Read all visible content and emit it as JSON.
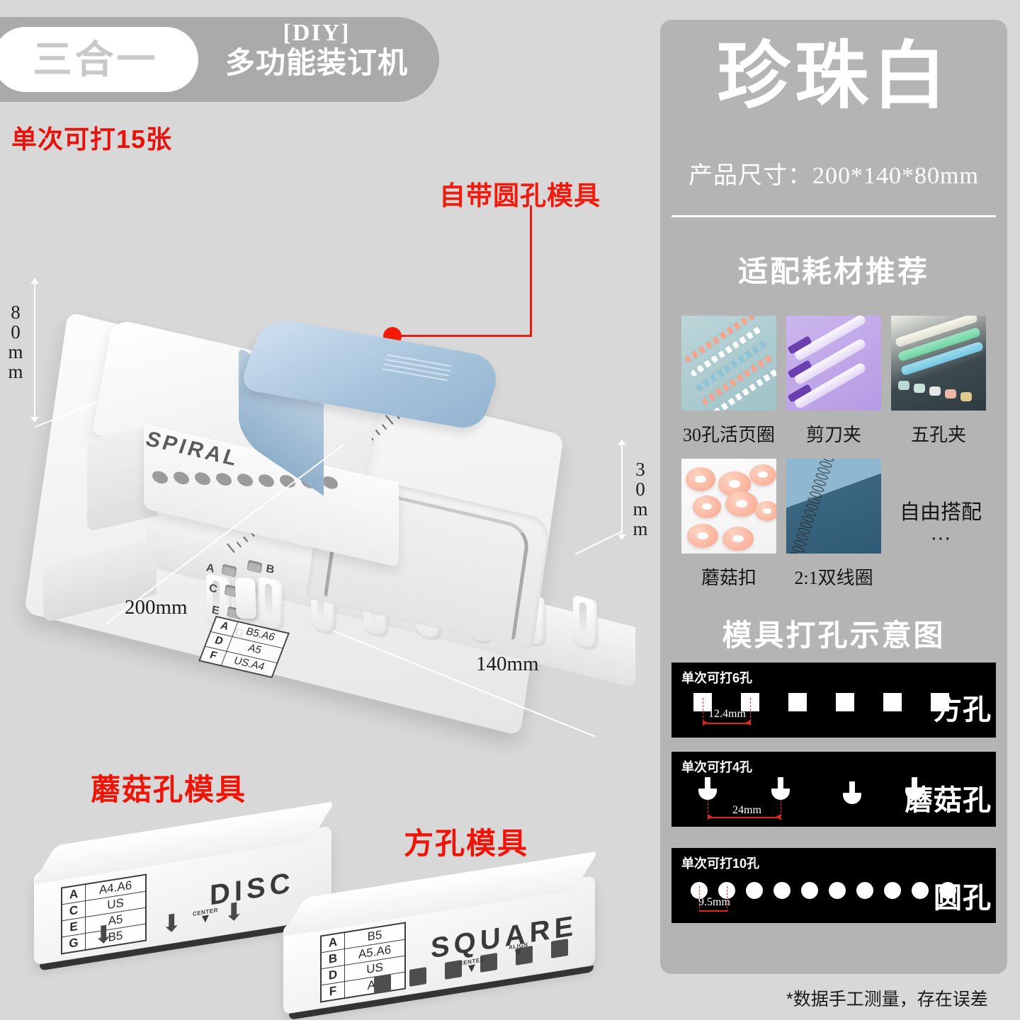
{
  "header": {
    "pill_text": "三合一",
    "diy_tag": "[DIY]",
    "subtitle": "多功能装订机",
    "sheets_note": "单次可打15张"
  },
  "product": {
    "callout_label": "自带圆孔模具",
    "brand_word": "SPIRAL",
    "dimensions": {
      "height": "80mm",
      "depth": "30mm",
      "length": "200mm",
      "width": "140mm"
    },
    "size_table": [
      {
        "key": "A",
        "value": "B5.A6"
      },
      {
        "key": "D",
        "value": "A5"
      },
      {
        "key": "F",
        "value": "US.A4"
      }
    ],
    "selector_labels": [
      "A",
      "B",
      "C",
      "E",
      "G"
    ]
  },
  "dies": [
    {
      "label": "蘑菇孔模具",
      "word": "DISC",
      "center_mark": "CENTER",
      "table": [
        {
          "key": "A",
          "value": "A4.A6"
        },
        {
          "key": "C",
          "value": "US"
        },
        {
          "key": "E",
          "value": "A5"
        },
        {
          "key": "G",
          "value": "B5"
        }
      ]
    },
    {
      "label": "方孔模具",
      "word": "SQUARE",
      "center_mark": "CENTER",
      "table": [
        {
          "key": "A",
          "value": "B5"
        },
        {
          "key": "B",
          "value": "A5.A6"
        },
        {
          "key": "D",
          "value": "US"
        },
        {
          "key": "F",
          "value": "A4"
        }
      ]
    }
  ],
  "sidebar": {
    "color_name": "珍珠白",
    "product_size": "产品尺寸：200*140*80mm",
    "consumables_title": "适配耗材推荐",
    "consumables": [
      {
        "caption": "30孔活页圈"
      },
      {
        "caption": "剪刀夹"
      },
      {
        "caption": "五孔夹"
      },
      {
        "caption": "蘑菇扣"
      },
      {
        "caption": "2:1双线圈"
      }
    ],
    "free_combo_line1": "自由搭配",
    "free_combo_line2": "···",
    "diagrams_title": "模具打孔示意图",
    "diagrams": [
      {
        "capacity": "单次可打6孔",
        "name": "方孔",
        "spacing": "12.4mm",
        "hole_count": 6,
        "shape": "square"
      },
      {
        "capacity": "单次可打4孔",
        "name": "蘑菇孔",
        "spacing": "24mm",
        "hole_count": 4,
        "shape": "mushroom"
      },
      {
        "capacity": "单次可打10孔",
        "name": "圆孔",
        "spacing": "9.5mm",
        "hole_count": 10,
        "shape": "circle"
      }
    ]
  },
  "footnote": "*数据手工测量，存在误差",
  "colors": {
    "background": "#d8d8d8",
    "header_band": "#aaaaaa",
    "sidebar": "#b4b4b4",
    "accent_red": "#ed1c0f",
    "lever_blue": "#a8c4dc"
  }
}
